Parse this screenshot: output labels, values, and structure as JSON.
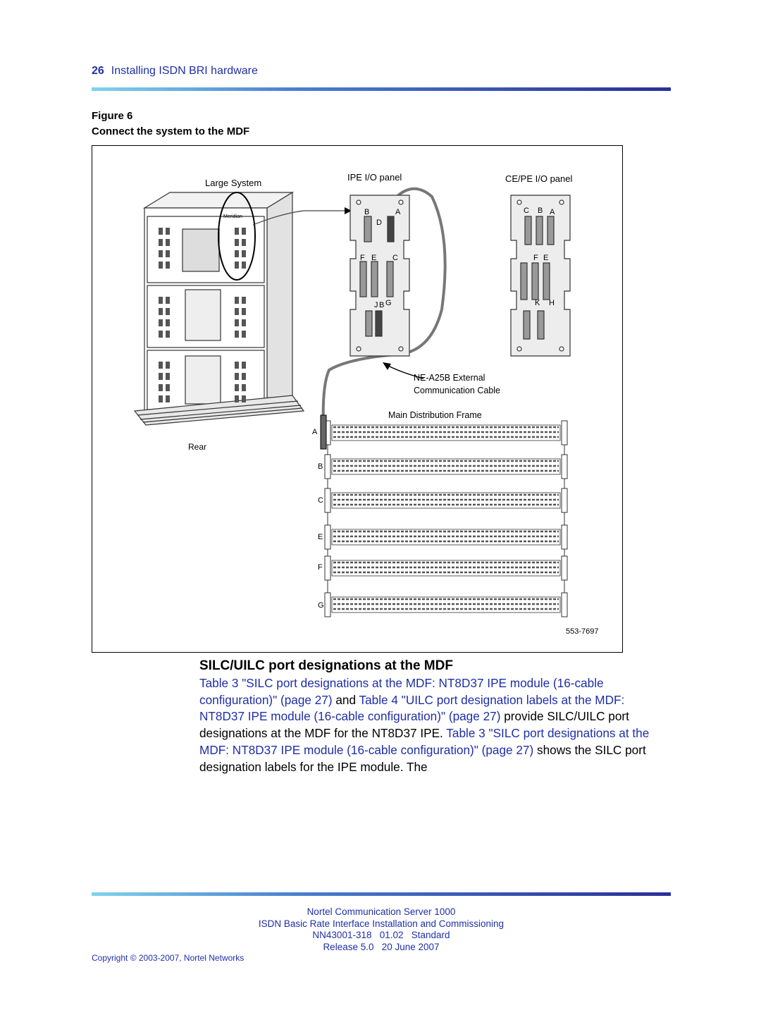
{
  "header": {
    "page_number": "26",
    "title": "Installing ISDN BRI hardware"
  },
  "figure": {
    "number": "Figure 6",
    "caption": "Connect the system to the MDF",
    "labels": {
      "large_system": "Large System",
      "rear": "Rear",
      "ipe_panel": "IPE I/O panel",
      "cepe_panel": "CE/PE I/O panel",
      "cable_line1": "NE-A25B External",
      "cable_line2": "Communication Cable",
      "mdf": "Main Distribution Frame",
      "figure_id": "553-7697",
      "meridian": "Meridian",
      "ipe_top": [
        "B",
        "A"
      ],
      "ipe_d": "D",
      "ipe_mid": [
        "F",
        "E",
        "C"
      ],
      "ipe_bot": [
        "J",
        "B",
        "G"
      ],
      "ce_top": [
        "C",
        "B",
        "A"
      ],
      "ce_mid": [
        "F",
        "E"
      ],
      "ce_bot": [
        "K",
        "H"
      ],
      "mdf_rows": [
        "A",
        "B",
        "C",
        "E",
        "F",
        "G"
      ]
    }
  },
  "section": {
    "title": "SILC/UILC port designations at the MDF",
    "body": [
      {
        "t": "Table 3 \"SILC port designations at the MDF: NT8D37 IPE module (16-cable configuration)\" (page 27)",
        "link": true
      },
      {
        "t": " and ",
        "link": false
      },
      {
        "t": "Table 4 \"UILC port designation labels at the MDF: NT8D37 IPE module (16-cable configuration)\" (page 27)",
        "link": true
      },
      {
        "t": " provide SILC/UILC port designations at the MDF for the NT8D37 IPE. ",
        "link": false
      },
      {
        "t": "Table 3 \"SILC port designations at the MDF: NT8D37 IPE module (16-cable configuration)\" (page 27)",
        "link": true
      },
      {
        "t": " shows the SILC port designation labels for the IPE module. The",
        "link": false
      }
    ]
  },
  "footer": {
    "line1": "Nortel Communication Server 1000",
    "line2": "ISDN Basic Rate Interface Installation and Commissioning",
    "line3": "NN43001-318   01.02   Standard",
    "line4": "Release 5.0   20 June 2007",
    "copyright": "Copyright © 2003-2007, Nortel Networks"
  },
  "colors": {
    "link": "#1f2fa8",
    "rule_start": "#7fd3ee",
    "rule_end": "#2a2f9a"
  }
}
